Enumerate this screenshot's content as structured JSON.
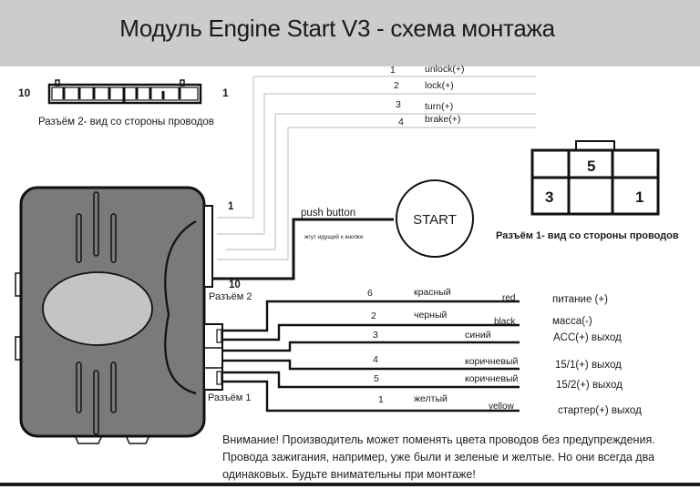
{
  "title": "Модуль Engine Start V3 - схема монтажа",
  "connector2": {
    "pin_left": "10",
    "pin_right": "1",
    "caption": "Разъём 2- вид со стороны проводов",
    "module_label": "Разъём 2",
    "pin_top": "1",
    "pin_bottom": "10"
  },
  "connector1": {
    "pins": {
      "top_middle": "5",
      "bottom_left": "3",
      "bottom_right": "1"
    },
    "caption": "Разъём 1- вид со стороны проводов",
    "module_label": "Разъём 1"
  },
  "connector2_wires": [
    {
      "pin": "1",
      "signal": "unlock(+)"
    },
    {
      "pin": "2",
      "signal": "lock(+)"
    },
    {
      "pin": "3",
      "signal": "turn(+)"
    },
    {
      "pin": "4",
      "signal": "brake(+)"
    }
  ],
  "push_button": {
    "label": "push button",
    "note": "жгут идущий к кнопке",
    "button_text": "START"
  },
  "connector1_wires": [
    {
      "pin": "6",
      "color_ru": "красный",
      "color_en": "red",
      "function": "питание (+)"
    },
    {
      "pin": "2",
      "color_ru": "черный",
      "color_en": "black",
      "function": "масса(-)"
    },
    {
      "pin": "3",
      "color_ru": "синий",
      "color_en": "",
      "function": "ACC(+) выход"
    },
    {
      "pin": "4",
      "color_ru": "коричневый",
      "color_en": "",
      "function": "15/1(+) выход"
    },
    {
      "pin": "5",
      "color_ru": "коричневый",
      "color_en": "",
      "function": "15/2(+) выход"
    },
    {
      "pin": "1",
      "color_ru": "желтый",
      "color_en": "yellow",
      "function": "стартер(+) выход"
    }
  ],
  "warning": {
    "line1": "Внимание! Производитель может поменять цвета проводов без предупреждения.",
    "line2": "Провода зажигания, например, уже были и зеленые и желтые. Но они всегда два",
    "line3": "одинаковых. Будьте внимательны при монтаже!"
  },
  "colors": {
    "banner": "#cccccc",
    "module_body": "#7a7a7a",
    "module_window": "#c4c4c4",
    "thin_wire": "#c8c8c8",
    "ink": "#111111"
  }
}
